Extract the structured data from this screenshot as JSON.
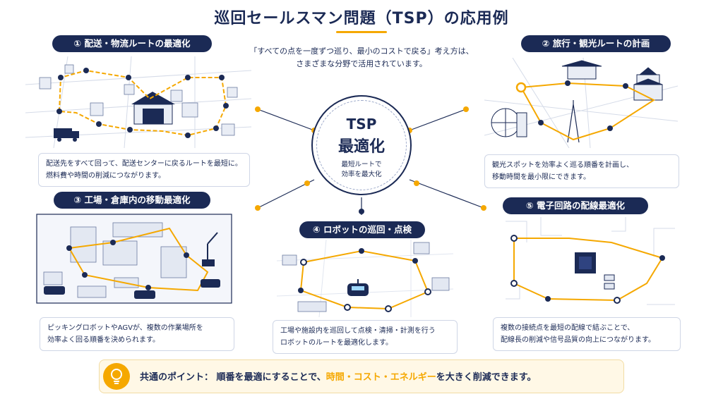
{
  "title": "巡回セールスマン問題（TSP）の応用例",
  "subtitle_line1": "「すべての点を一度ずつ巡り、最小のコストで戻る」考え方は、",
  "subtitle_line2": "さまざまな分野で活用されています。",
  "center": {
    "line1": "TSP",
    "line2": "最適化",
    "line3": "最短ルートで",
    "line4": "効率を最大化"
  },
  "sections": [
    {
      "label": "① 配送・物流ルートの最適化",
      "desc_line1": "配送先をすべて回って、配送センターに戻るルートを最短に。",
      "desc_line2": "燃料費や時間の削減につながります。"
    },
    {
      "label": "② 旅行・観光ルートの計画",
      "desc_line1": "観光スポットを効率よく巡る順番を計画し、",
      "desc_line2": "移動時間を最小限にできます。"
    },
    {
      "label": "③ 工場・倉庫内の移動最適化",
      "desc_line1": "ピッキングロボットやAGVが、複数の作業場所を",
      "desc_line2": "効率よく回る順番を決められます。"
    },
    {
      "label": "④ ロボットの巡回・点検",
      "desc_line1": "工場や施設内を巡回して点検・清掃・計測を行う",
      "desc_line2": "ロボットのルートを最適化します。"
    },
    {
      "label": "⑤ 電子回路の配線最適化",
      "desc_line1": "複数の接続点を最短の配線で結ぶことで、",
      "desc_line2": "配線長の削減や信号品質の向上につながります。"
    }
  ],
  "bottom": {
    "lead": "共通のポイント：",
    "text_before": "順番を最適にすることで、",
    "highlight": "時間・コスト・エネルギー",
    "text_after": "を大きく削減できます。"
  },
  "colors": {
    "navy": "#1b2a55",
    "accent": "#f5a800",
    "line_gray": "#cfd6e6"
  }
}
